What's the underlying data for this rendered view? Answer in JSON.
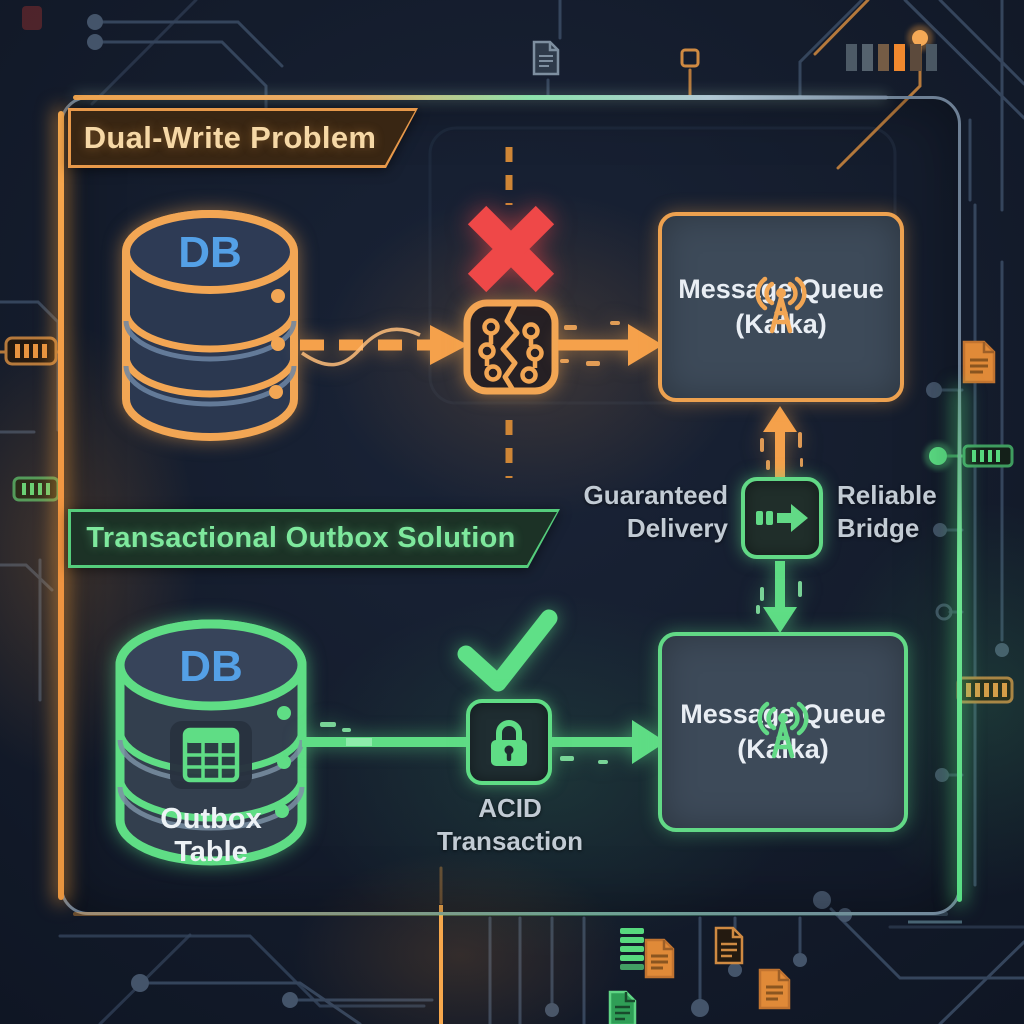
{
  "problem": {
    "banner": "Dual-Write Problem",
    "db_label": "DB",
    "mq_title": "Message Queue",
    "mq_subtitle": "(Kafka)"
  },
  "solution": {
    "banner": "Transactional Outbox Solution",
    "db_label": "DB",
    "outbox_line1": "Outbox",
    "outbox_line2": "Table",
    "acid_line1": "ACID",
    "acid_line2": "Transaction",
    "mq_title": "Message Queue",
    "mq_subtitle": "(Kafka)"
  },
  "bridge": {
    "left_line1": "Guaranteed",
    "left_line2": "Delivery",
    "right_line1": "Reliable",
    "right_line2": "Bridge"
  },
  "icons": {
    "database": "database-cylinder-icon",
    "message_queue": "broadcast-antenna-icon",
    "failure": "red-x-icon",
    "broken_write": "cracked-chip-icon",
    "bridge": "forward-arrow-icon",
    "transaction": "padlock-icon",
    "success": "checkmark-icon",
    "outbox": "table-icon"
  },
  "colors": {
    "background": "#141c2c",
    "orange_accent": "#f2a654",
    "green_accent": "#62d986",
    "red_error": "#ef4848",
    "db_text_blue": "#54a0e6",
    "box_fill": "#3d4a59",
    "banner_problem_bg": "#392613",
    "banner_solution_bg": "#1c3226",
    "text_light": "#e9eef4",
    "text_gray": "#c2cbd4"
  }
}
